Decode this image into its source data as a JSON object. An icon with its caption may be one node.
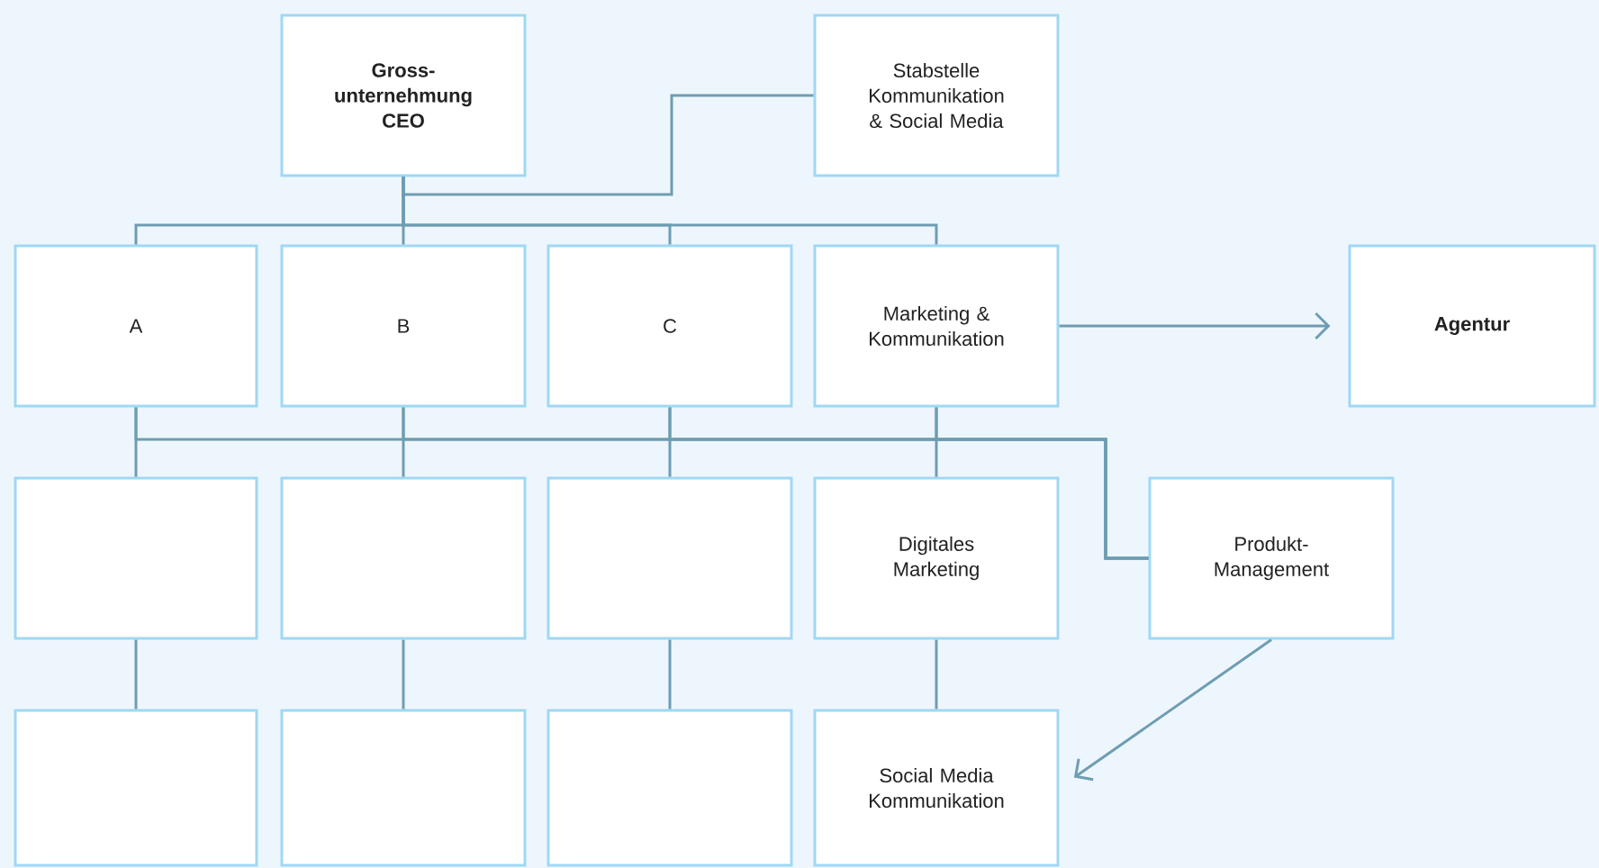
{
  "diagram": {
    "nodes": [
      {
        "text": [
          "Gross- unternehmung CEO"
        ]
      },
      {
        "text": [
          "Stabstelle Kommunikation & Social Media"
        ]
      },
      {
        "text": [
          "A"
        ]
      },
      {
        "text": [
          "B"
        ]
      },
      {
        "text": [
          "C"
        ]
      },
      {
        "text": [
          "Marketing & Kommunikation"
        ]
      },
      {
        "text": [
          "Agentur"
        ]
      },
      {
        "text": [],
        "shape": "box"
      },
      {
        "text": [],
        "shape": "box"
      },
      {
        "text": [],
        "shape": "box"
      },
      {
        "text": [
          "Digitales Marketing"
        ]
      },
      {
        "text": [
          "Produkt- Management"
        ]
      },
      {
        "text": [],
        "shape": "box"
      },
      {
        "text": [],
        "shape": "box"
      },
      {
        "text": [],
        "shape": "box"
      },
      {
        "text": [
          "Social Media Kommunikation"
        ]
      }
    ],
    "edges": [
      {
        "from": 0,
        "to": 1,
        "arrow": "none"
      },
      {
        "from": 0,
        "to": 2,
        "arrow": "none"
      },
      {
        "from": 0,
        "to": 3,
        "arrow": "none"
      },
      {
        "from": 0,
        "to": 4,
        "arrow": "none"
      },
      {
        "from": 0,
        "to": 5,
        "arrow": "none"
      },
      {
        "from": 5,
        "to": 6,
        "arrow": "to"
      },
      {
        "from": 2,
        "to": 11,
        "arrow": "none"
      },
      {
        "from": 3,
        "to": 11,
        "arrow": "none"
      },
      {
        "from": 4,
        "to": 11,
        "arrow": "none"
      },
      {
        "from": 5,
        "to": 11,
        "arrow": "none"
      },
      {
        "from": 2,
        "to": 7,
        "arrow": "none"
      },
      {
        "from": 3,
        "to": 8,
        "arrow": "none"
      },
      {
        "from": 4,
        "to": 9,
        "arrow": "none"
      },
      {
        "from": 5,
        "to": 10,
        "arrow": "none"
      },
      {
        "from": 7,
        "to": 12,
        "arrow": "none"
      },
      {
        "from": 8,
        "to": 13,
        "arrow": "none"
      },
      {
        "from": 9,
        "to": 14,
        "arrow": "none"
      },
      {
        "from": 10,
        "to": 15,
        "arrow": "none"
      },
      {
        "from": 11,
        "to": 15,
        "arrow": "to"
      }
    ]
  }
}
